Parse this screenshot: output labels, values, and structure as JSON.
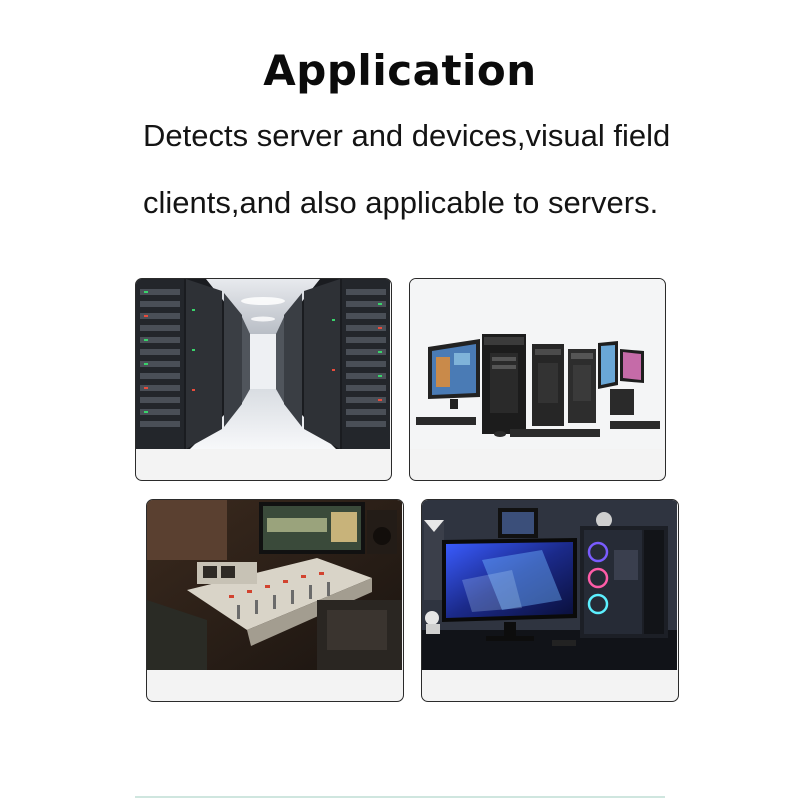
{
  "heading": {
    "title": "Application",
    "line1": "Detects server and devices,visual field",
    "line2": "clients,and also applicable to servers."
  },
  "images": [
    {
      "icon": "server-room-image"
    },
    {
      "icon": "computers-lineup-image"
    },
    {
      "icon": "studio-mixer-image"
    },
    {
      "icon": "gaming-setup-image"
    }
  ],
  "colors": {
    "card_border": "#2b2b2b",
    "card_band": "#f0f0f0",
    "bottom_line": "#cfe6df"
  }
}
